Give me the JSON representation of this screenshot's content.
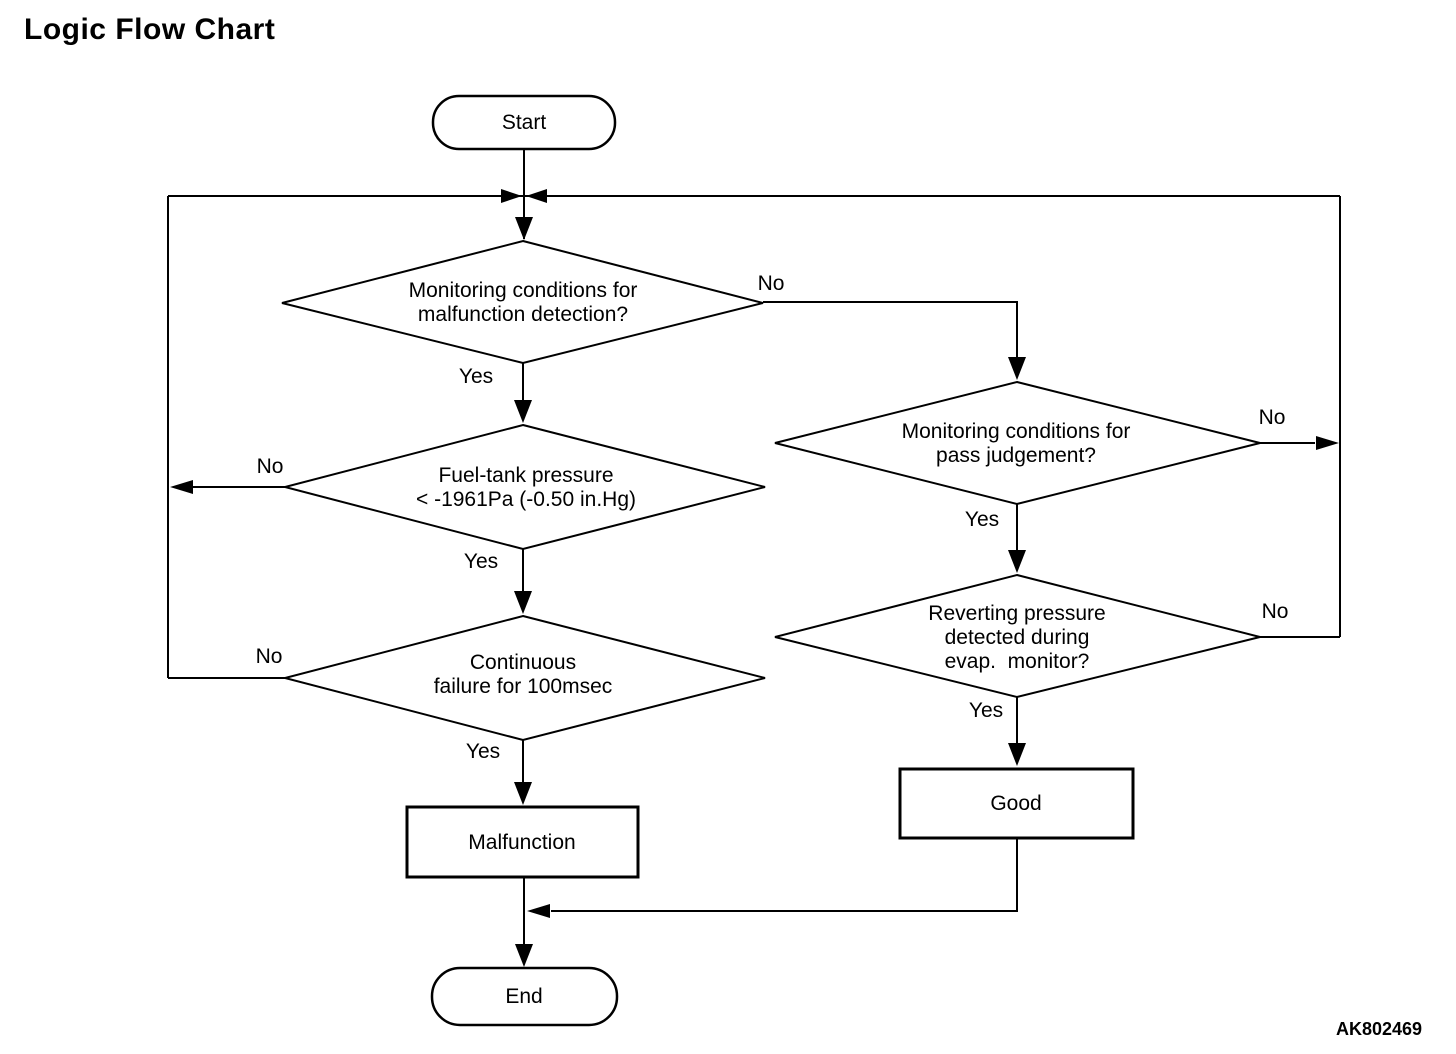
{
  "page": {
    "title": "Logic Flow Chart",
    "figure_code": "AK802469"
  },
  "colors": {
    "line": "#000000",
    "text": "#000000",
    "background": "#ffffff"
  },
  "flowchart": {
    "start": {
      "label": "Start"
    },
    "decisions": {
      "monitoring_malfunction": {
        "label": "Monitoring conditions for\nmalfunction detection?",
        "yes": "Yes",
        "no": "No"
      },
      "fuel_tank_pressure": {
        "label": "Fuel-tank pressure\n< -1961Pa (-0.50 in.Hg)",
        "yes": "Yes",
        "no": "No"
      },
      "continuous_failure": {
        "label": "Continuous\nfailure for 100msec",
        "yes": "Yes",
        "no": "No"
      },
      "monitoring_pass": {
        "label": "Monitoring conditions for\npass judgement?",
        "yes": "Yes",
        "no": "No"
      },
      "reverting_pressure": {
        "label": "Reverting pressure\ndetected during\nevap.  monitor?",
        "yes": "Yes",
        "no": "No"
      }
    },
    "results": {
      "malfunction": {
        "label": "Malfunction"
      },
      "good": {
        "label": "Good"
      }
    },
    "end": {
      "label": "End"
    }
  }
}
